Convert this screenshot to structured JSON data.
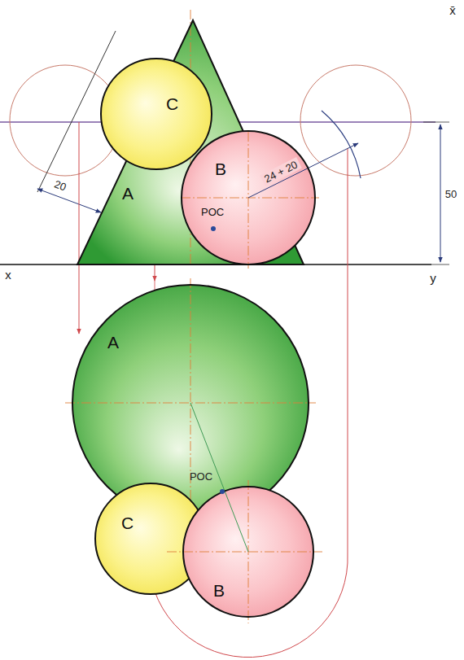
{
  "diagram": {
    "nodes": [
      {
        "text": [
          "C"
        ]
      },
      {
        "text": [
          "B",
          "POC"
        ]
      },
      {
        "text": [
          "A"
        ]
      },
      {
        "text": [
          "A"
        ]
      },
      {
        "text": [
          "C"
        ]
      },
      {
        "text": [
          "B"
        ]
      }
    ],
    "labels": [
      "x̄",
      "24 + 20",
      "20",
      "50",
      "x",
      "y",
      "POC"
    ]
  }
}
